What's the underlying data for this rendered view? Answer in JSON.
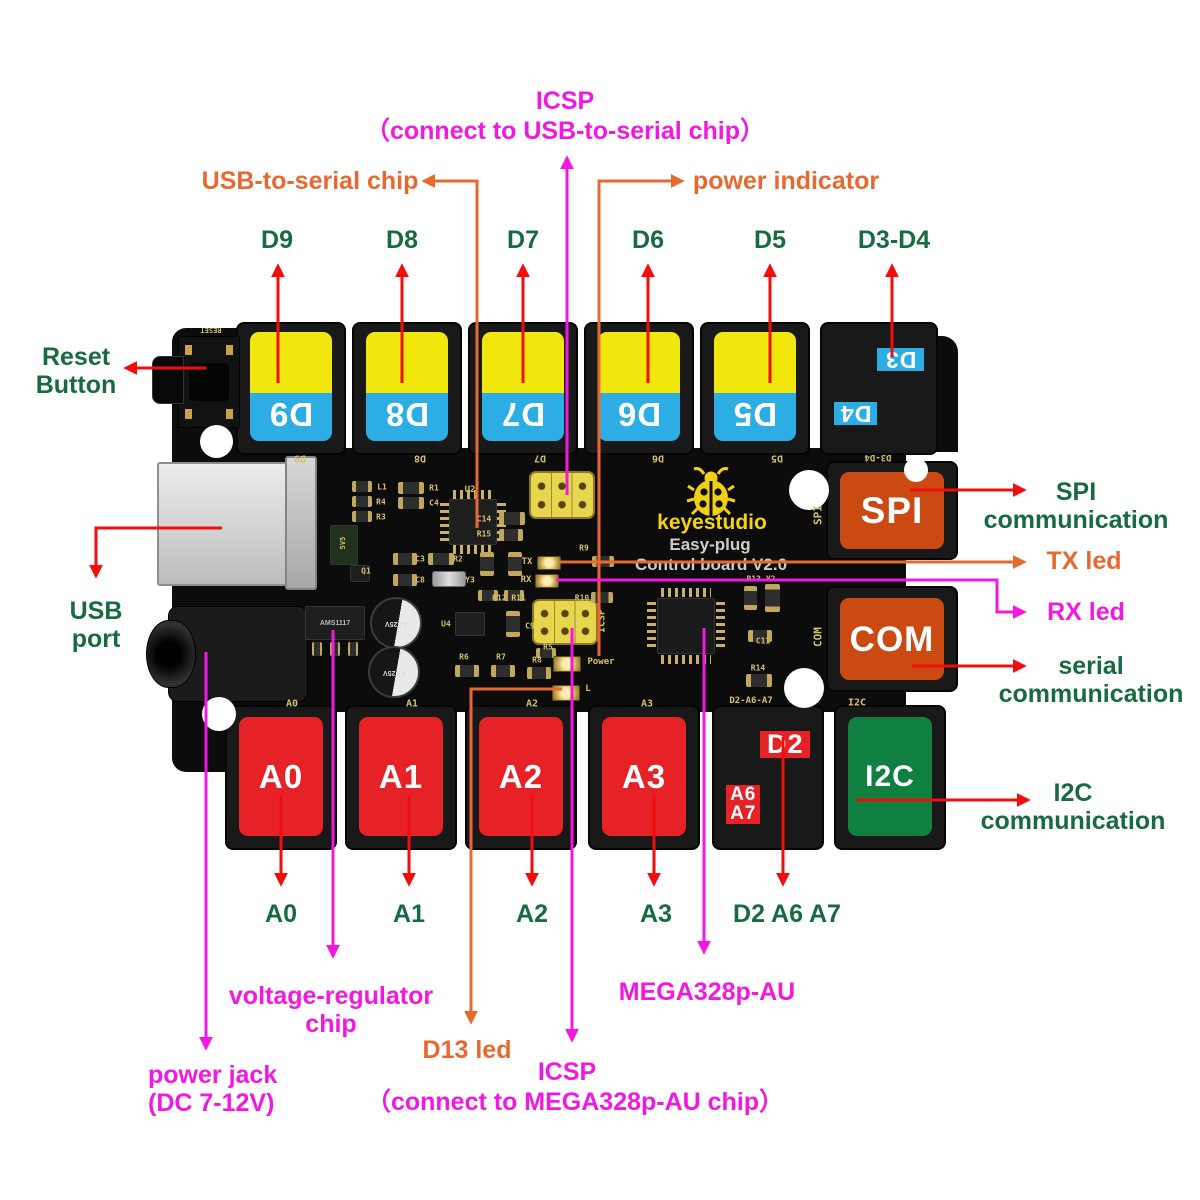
{
  "annotations": {
    "icsp_top": {
      "line1": "ICSP",
      "line2": "（connect to USB-to-serial chip）"
    },
    "usb_serial_chip": "USB-to-serial chip",
    "power_indicator": "power indicator",
    "digital_labels": [
      "D9",
      "D8",
      "D7",
      "D6",
      "D5",
      "D3-D4"
    ],
    "reset_button": {
      "line1": "Reset",
      "line2": "Button"
    },
    "usb_port": {
      "line1": "USB",
      "line2": "port"
    },
    "spi": {
      "line1": "SPI",
      "line2": "communication"
    },
    "tx_led": "TX led",
    "rx_led": "RX led",
    "serial": {
      "line1": "serial",
      "line2": "communication"
    },
    "i2c": {
      "line1": "I2C",
      "line2": "communication"
    },
    "analog_labels": [
      "A0",
      "A1",
      "A2",
      "A3",
      "D2 A6 A7"
    ],
    "voltage_regulator": {
      "line1": "voltage-regulator",
      "line2": "chip"
    },
    "d13_led": "D13 led",
    "mega_chip": "MEGA328p-AU",
    "icsp_bottom": {
      "line1": "ICSP",
      "line2": "（connect  to MEGA328p-AU chip）"
    },
    "power_jack": {
      "line1": "power jack",
      "line2": "(DC 7-12V)"
    }
  },
  "board": {
    "brand": "keyestudio",
    "product": "Easy-plug",
    "version": "Control board V2.0",
    "top_connectors": [
      {
        "label": "D9"
      },
      {
        "label": "D8"
      },
      {
        "label": "D7"
      },
      {
        "label": "D6"
      },
      {
        "label": "D5"
      }
    ],
    "d3d4": {
      "d3": "D3",
      "d4": "D4"
    },
    "bottom_connectors": [
      {
        "label": "A0"
      },
      {
        "label": "A1"
      },
      {
        "label": "A2"
      },
      {
        "label": "A3"
      }
    ],
    "d2a6a7": {
      "d2": "D2",
      "a6": "A6",
      "a7": "A7"
    },
    "i2c_label": "I2C",
    "spi_label": "SPI",
    "com_label": "COM",
    "silk": {
      "reset": "RESET",
      "d9": "D9",
      "d8": "D8",
      "d7": "D7",
      "d6": "D6",
      "d5": "D5",
      "d3d4": "D3-D4",
      "a0": "A0",
      "a1": "A1",
      "a2": "A2",
      "a3": "A3",
      "d2a6a7": "D2-A6-A7",
      "i2c": "I2C",
      "l1": "L1",
      "r1": "R1",
      "r4": "R4",
      "c4": "C4",
      "r3": "R3",
      "u2": "U2",
      "c14": "C14",
      "r15": "R15",
      "tx": "TX",
      "rx": "RX",
      "r9": "R9",
      "r10": "R10",
      "r12r11": "R12 R11",
      "sms": "5V5",
      "q1": "Q1",
      "c3": "C3",
      "r2": "R2",
      "c8": "C8",
      "y3": "Y3",
      "icsp": "ICSP",
      "u4": "U4",
      "c9": "C9",
      "r5": "R5",
      "r6": "R6",
      "r7": "R7",
      "r8": "R8",
      "power": "Power",
      "l": "L",
      "r13y2": "R13 Y2",
      "c11": "C11",
      "r14": "R14",
      "spi": "SPI",
      "com": "COM",
      "ams": "AMS1117",
      "cap": "47 25V"
    }
  },
  "colors": {
    "annotation_green": "#176b40",
    "annotation_magenta": "#f318df",
    "annotation_orange": "#e8692f",
    "arrow_red": "#f20d0d",
    "sticker_yellow": "#f2e70c",
    "sticker_blue": "#2cade4",
    "sticker_red": "#e62227",
    "sticker_green": "#0f8040",
    "sticker_orange": "#cb4a12",
    "pcb_black": "#0c0c0c",
    "silk_gold": "#d4c06c"
  }
}
